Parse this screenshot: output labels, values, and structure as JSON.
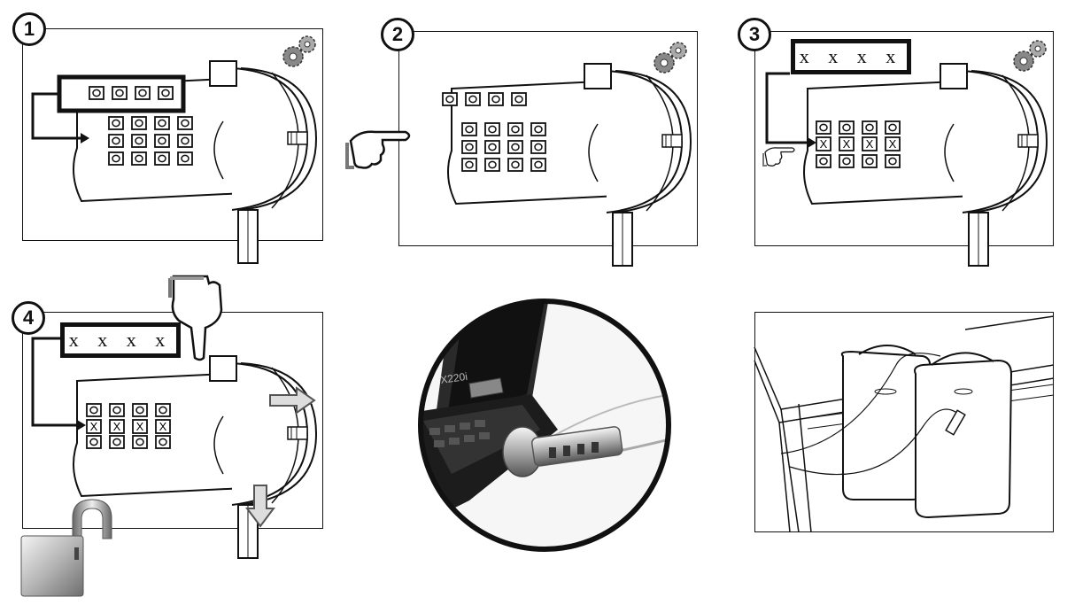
{
  "steps": [
    {
      "number": "1"
    },
    {
      "number": "2"
    },
    {
      "number": "3",
      "code": "x x x x"
    },
    {
      "number": "4",
      "code": "x x x x"
    }
  ],
  "photo": {
    "laptop_label": "X220i"
  },
  "icons": [
    "gear-icon",
    "pointing-hand-icon",
    "open-padlock-icon",
    "arrow-right-icon",
    "arrow-down-icon"
  ],
  "keypad_x": "X"
}
